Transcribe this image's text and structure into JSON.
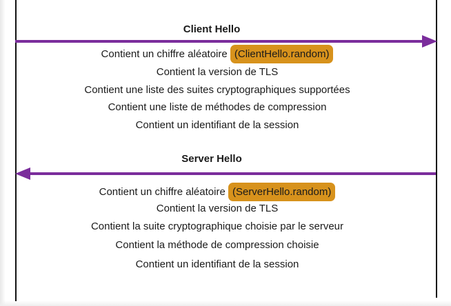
{
  "colors": {
    "arrow": "#7b2d9c",
    "highlight": "#d7921c",
    "lifeline": "#111111"
  },
  "client_hello": {
    "title": "Client Hello",
    "line1_text": "Contient un chiffre aléatoire ",
    "line1_highlight": "(ClientHello.random)",
    "line2": "Contient la version de TLS",
    "line3": "Contient une liste des suites cryptographiques supportées",
    "line4": "Contient une liste de méthodes de compression",
    "line5": "Contient un identifiant de la session"
  },
  "server_hello": {
    "title": "Server Hello",
    "line1_text": "Contient un chiffre aléatoire ",
    "line1_highlight": "(ServerHello.random)",
    "line2": "Contient la version de TLS",
    "line3": "Contient la suite cryptographique choisie par le serveur",
    "line4": "Contient la méthode de compression choisie",
    "line5": "Contient un identifiant de la session"
  }
}
